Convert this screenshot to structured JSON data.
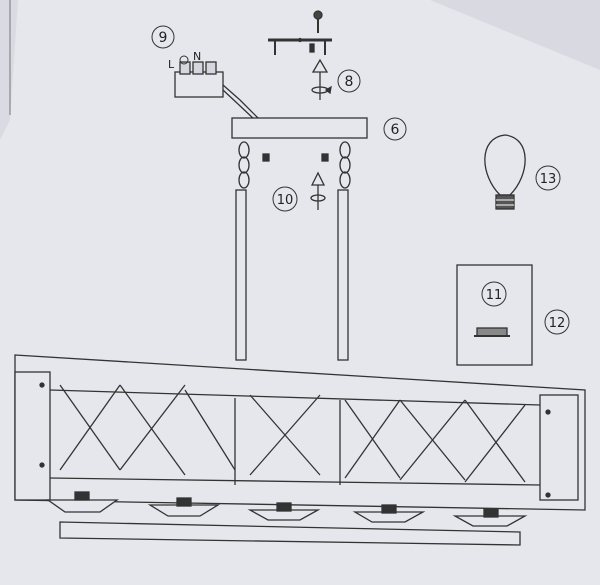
{
  "diagram": {
    "callouts": [
      {
        "id": "9",
        "label": "9"
      },
      {
        "id": "8",
        "label": "8"
      },
      {
        "id": "6",
        "label": "6"
      },
      {
        "id": "10",
        "label": "10"
      },
      {
        "id": "13",
        "label": "13"
      },
      {
        "id": "11",
        "label": "11"
      },
      {
        "id": "12",
        "label": "12"
      }
    ],
    "terminal_marks": {
      "live": "L",
      "neutral": "N"
    },
    "colors": {
      "paper": "#e7e8ee",
      "ink": "#3a3a3a",
      "shade": "#c9cad1"
    },
    "parts": [
      "mounting-screw-icon",
      "ceiling-bracket-icon",
      "terminal-block-icon",
      "rotate-arrow-icon",
      "canopy-plate-icon",
      "chain-icon",
      "suspension-rod-icon",
      "light-bulb-icon",
      "bulb-box-icon",
      "chandelier-frame-icon",
      "lamp-holder-icon",
      "bottom-bar-icon"
    ]
  }
}
